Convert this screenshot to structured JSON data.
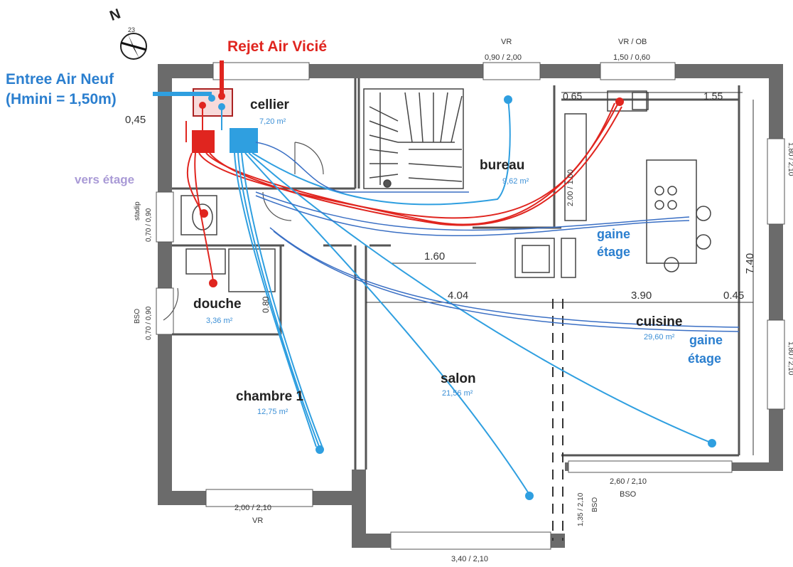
{
  "labels": {
    "rejet": "Rejet Air Vicié",
    "entree_line1": "Entree Air Neuf",
    "entree_line2": "(Hmini = 1,50m)",
    "vers_etage": "vers étage",
    "gaine_etage_1a": "gaine",
    "gaine_etage_1b": "étage",
    "gaine_etage_2a": "gaine",
    "gaine_etage_2b": "étage",
    "north": "N",
    "compass_num": "23"
  },
  "rooms": {
    "cellier": {
      "name": "cellier",
      "area": "7,20 m²"
    },
    "bureau": {
      "name": "bureau",
      "area": "9,62 m²"
    },
    "douche": {
      "name": "douche",
      "area": "3,36 m²"
    },
    "chambre1": {
      "name": "chambre 1",
      "area": "12,75 m²"
    },
    "salon": {
      "name": "salon",
      "area": "21,56 m²"
    },
    "cuisine": {
      "name": "cuisine",
      "area": "29,60 m²"
    }
  },
  "openings": {
    "vr_top": "VR",
    "vr_top_dim": "0,90 / 2,00",
    "vrob_top": "VR / OB",
    "vrob_top_dim": "1,50 / 0,60",
    "stadip": "stadip",
    "stadip_dim": "0,70 / 0,90",
    "bso_left": "BSO",
    "bso_left_dim": "0,70 / 0,90",
    "right_top_dim": "1,80 / 2,10",
    "right_bottom_dim": "1,80 / 2,10",
    "bottom_left_dim": "2,00 / 2,10",
    "bottom_left_vr": "VR",
    "bottom_mid_dim": "3,40 / 2,10",
    "bottom_right_dim": "2,60 / 2,10",
    "bottom_right_bso": "BSO",
    "bottom_right_vdim": "1,35 / 2,10",
    "bottom_right_vbso": "BSO"
  },
  "dimensions": {
    "d045_left": "0,45",
    "d065": "0.65",
    "d155": "1.55",
    "d200": "2.00 / 1.00",
    "d160": "1.60",
    "d404": "4.04",
    "d390": "3.90",
    "d045_right": "0.45",
    "d740": "7.40",
    "d080": "0.80"
  },
  "colors": {
    "wall": "#6b6b6b",
    "extract_red": "#e0251f",
    "supply_blue": "#2f9fe0",
    "duct_line": "#3a6fc4",
    "label_blue": "#2b7fcf"
  }
}
